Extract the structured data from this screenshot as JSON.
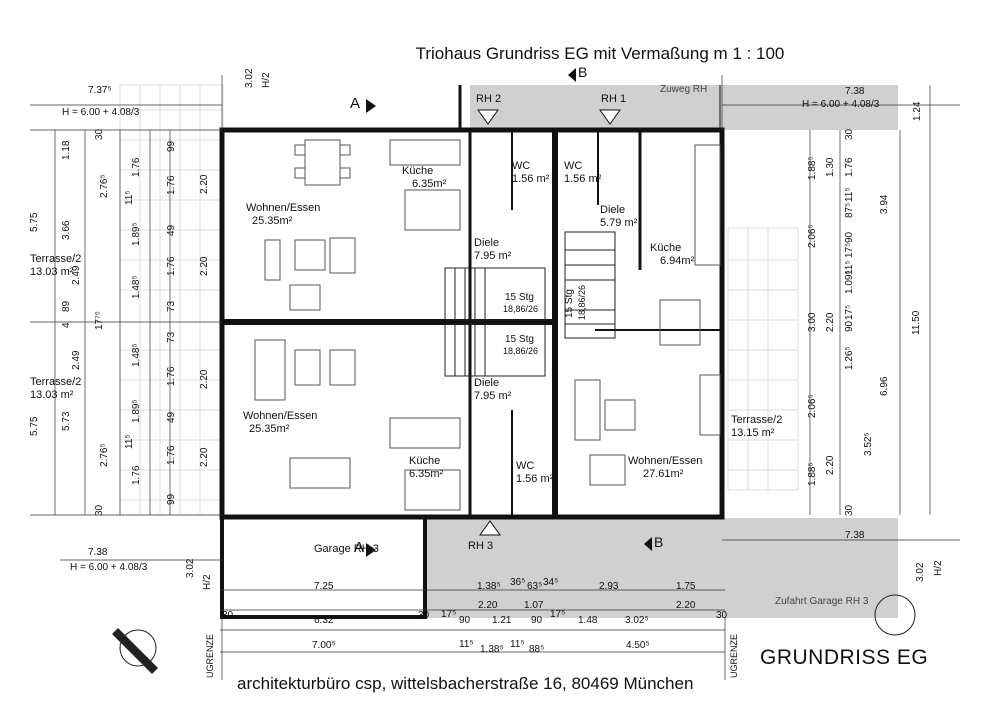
{
  "title": "Triohaus Grundriss EG mit Vermaßung m 1 : 100",
  "plan_label": "GRUNDRISS EG",
  "office": "architekturbüro csp, wittelsbacherstraße 16, 80469 München",
  "rooms": {
    "wohnen_top": {
      "name": "Wohnen/Essen",
      "area": "25.35m²"
    },
    "kueche_top": {
      "name": "Küche",
      "area": "6.35m²"
    },
    "diele_top": {
      "name": "Diele",
      "area": "7.95 m²"
    },
    "wc_a": {
      "name": "WC",
      "area": "1.56 m²"
    },
    "wc_b": {
      "name": "WC",
      "area": "1.56 m²"
    },
    "diele_right": {
      "name": "Diele",
      "area": "5.79 m²"
    },
    "kueche_right": {
      "name": "Küche",
      "area": "6.94m²"
    },
    "wohnen_bottom": {
      "name": "Wohnen/Essen",
      "area": "25.35m²"
    },
    "kueche_bottom": {
      "name": "Küche",
      "area": "6.35m²"
    },
    "diele_bottom": {
      "name": "Diele",
      "area": "7.95 m²"
    },
    "wc_bottom": {
      "name": "WC",
      "area": "1.56 m²"
    },
    "wohnen_right": {
      "name": "Wohnen/Essen",
      "area": "27.61m²"
    },
    "terrasse_top": {
      "name": "Terrasse/2",
      "area": "13.03 m²"
    },
    "terrasse_bottom": {
      "name": "Terrasse/2",
      "area": "13.03 m²"
    },
    "terrasse_right": {
      "name": "Terrasse/2",
      "area": "13.15 m²"
    }
  },
  "labels": {
    "rh1": "RH 1",
    "rh2": "RH 2",
    "rh3": "RH 3",
    "garage": "Garage RH 3",
    "zuweg": "Zuweg RH",
    "zufahrt": "Zufahrt Garage RH 3",
    "section_a_top": "A",
    "section_a_bottom": "A",
    "section_b_top": "B",
    "section_b_bottom": "B",
    "stair_top": "15 Stg",
    "stair_top_ratio": "18,86/26",
    "stair_bottom": "15 Stg",
    "stair_bottom_ratio": "18,86/26",
    "stair_right": "15 Stg",
    "stair_right_ratio": "18,86/26",
    "grenze_left": "UGRENZE",
    "grenze_right": "UGRENZE"
  },
  "dimensions": {
    "h_top_left": "H = 6.00 + 4.08/3",
    "h_top_right": "H = 6.00 + 4.08/3",
    "h_bottom_left": "H = 6.00 + 4.08/3",
    "d_738_top_left": "7.37⁵",
    "d_738_top_right": "7.38",
    "d_738_bottom_left": "7.38",
    "d_738_bottom_right": "7.38",
    "d_302_top": "3.02",
    "d_h2_top": "H/2",
    "d_302_bottom": "3.02",
    "d_h2_bottom": "H/2",
    "d_302_right": "3.02",
    "d_h2_right": "H/2",
    "d_124": "1.24",
    "d_725": "7.25",
    "d_632": "6.32",
    "d_700": "7.00⁵",
    "d_138": "1.38⁵",
    "d_36": "36⁵",
    "d_63": "63⁵",
    "d_34": "34⁵",
    "d_293": "2.93",
    "d_175": "1.75",
    "d_220a": "2.20",
    "d_107": "1.07",
    "d_220b": "2.20",
    "d_17a": "17⁵",
    "d_90a": "90",
    "d_121": "1.21",
    "d_90b": "90",
    "d_17b": "17⁵",
    "d_148": "1.48",
    "d_302c": "3.02⁵",
    "d_11": "11⁵",
    "d_138b": "1.38⁵",
    "d_11b": "11⁵",
    "d_88": "88⁵",
    "d_450": "4.50⁵",
    "d_30a": "30",
    "d_30b": "30",
    "d_30c": "30",
    "left_575a": "5.75",
    "left_366": "3.66",
    "left_249a": "2.49",
    "left_89": "89",
    "left_4": "4",
    "left_575b": "5.75",
    "left_573": "5.73",
    "left_249b": "2.49",
    "left_118": "1.18",
    "left_276a": "2.76⁵",
    "left_276b": "2.76⁵",
    "left_11a": "11⁵",
    "left_189a": "1.89⁵",
    "left_148a": "1.48⁵",
    "left_177": "17⁷⁵",
    "left_148b": "1.48⁵",
    "left_189b": "1.89⁵",
    "left_11b": "11⁵",
    "left_176a": "1.76",
    "left_176b": "1.76",
    "left_176c": "1.76",
    "left_176d": "1.76",
    "left_176e": "1.76",
    "left_176f": "1.76",
    "left_49a": "49",
    "left_73a": "73",
    "left_73b": "73",
    "left_49b": "49",
    "left_99a": "99",
    "left_99b": "99",
    "left_30a": "30",
    "left_30b": "30",
    "left_220a": "2.20",
    "left_220b": "2.20",
    "left_220c": "2.20",
    "left_220d": "2.20",
    "right_1150": "11.50",
    "right_394": "3.94",
    "right_696": "6.96",
    "right_352": "3.52⁵",
    "right_188a": "1.88⁵",
    "right_206a": "2.06⁵",
    "right_300": "3.00",
    "right_206b": "2.06⁵",
    "right_188b": "1.88⁵",
    "right_130": "1.30",
    "right_176": "1.76",
    "right_90a": "90",
    "right_109": "1.09⁵",
    "right_220a": "2.20",
    "right_126": "1.26⁵",
    "right_220b": "2.20",
    "right_87": "87⁵",
    "right_11a": "11⁵",
    "right_17a": "17⁵",
    "right_11b": "11⁵",
    "right_17b": "17⁵",
    "right_90b": "90",
    "right_30a": "30",
    "right_30b": "30"
  }
}
